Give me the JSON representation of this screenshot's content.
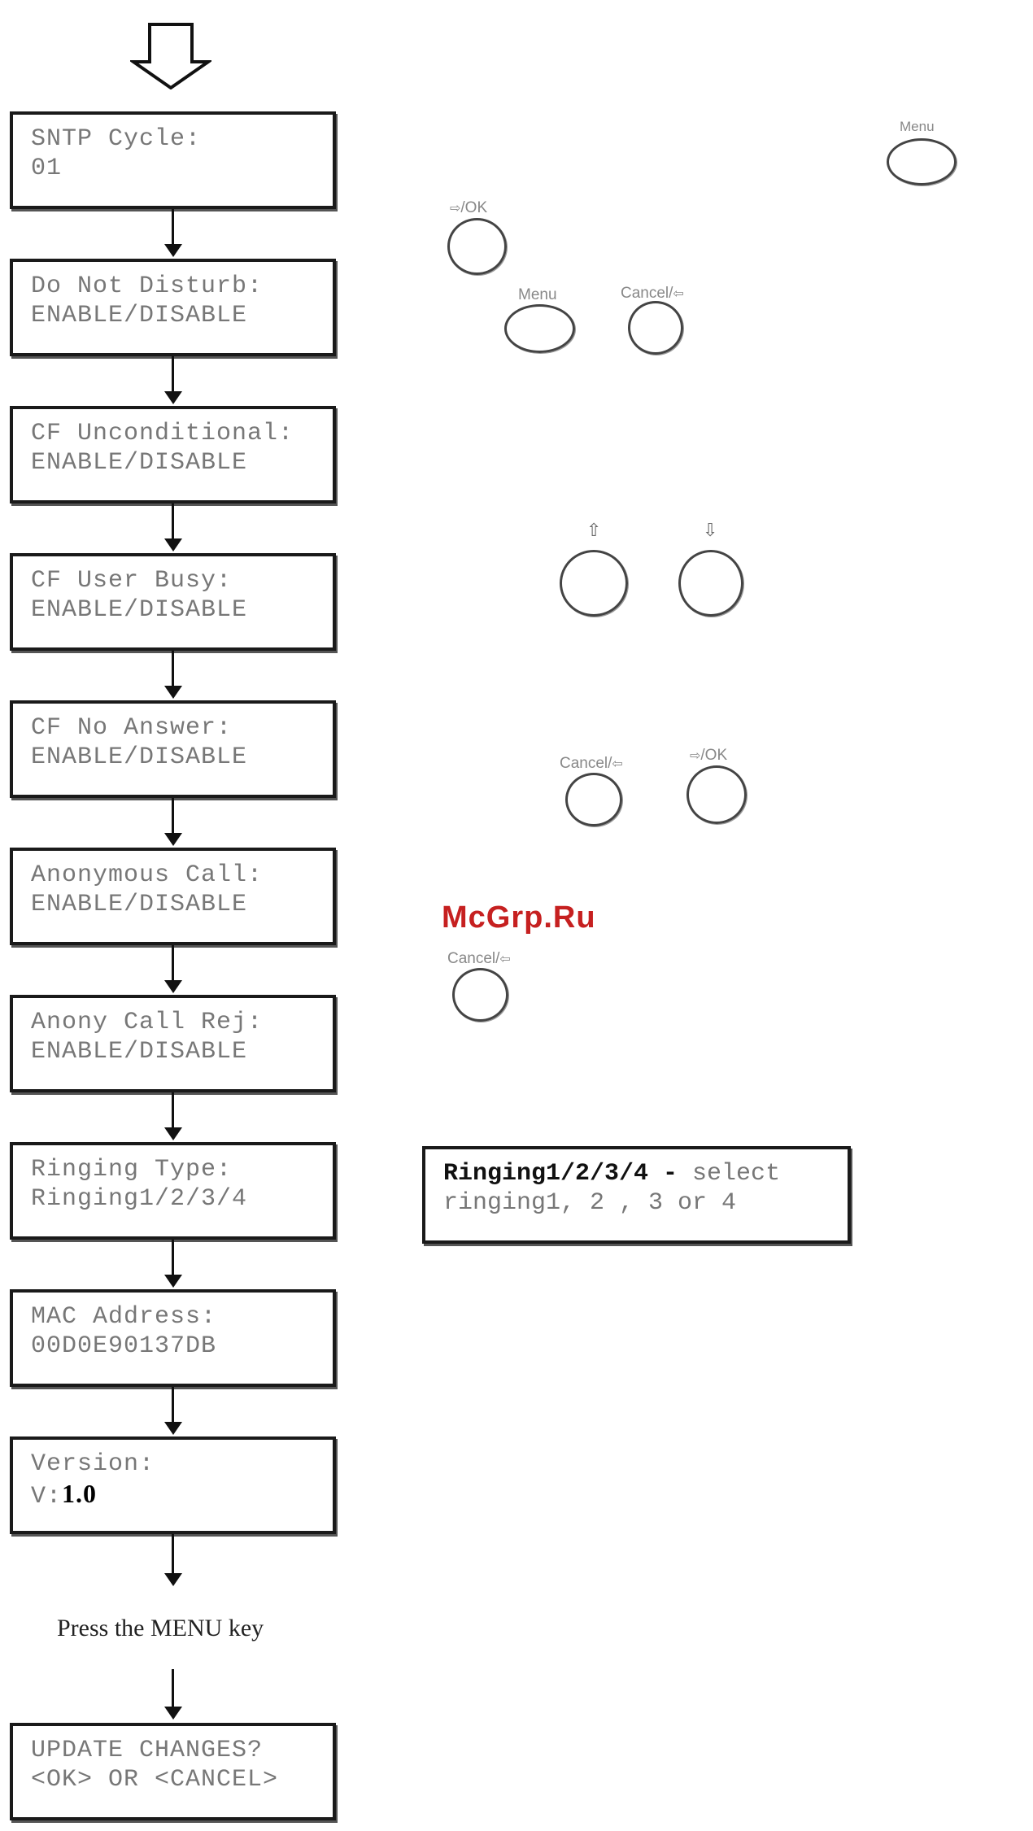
{
  "screens": [
    {
      "line1": "SNTP Cycle:",
      "line2": "01"
    },
    {
      "line1": "Do Not Disturb:",
      "line2": "ENABLE/DISABLE"
    },
    {
      "line1": "CF Unconditional:",
      "line2": "ENABLE/DISABLE"
    },
    {
      "line1": "CF User Busy:",
      "line2": "ENABLE/DISABLE"
    },
    {
      "line1": "CF No Answer:",
      "line2": "ENABLE/DISABLE"
    },
    {
      "line1": "Anonymous Call:",
      "line2": "ENABLE/DISABLE"
    },
    {
      "line1": "Anony Call Rej:",
      "line2": "ENABLE/DISABLE"
    },
    {
      "line1": "Ringing Type:",
      "line2": "Ringing1/2/3/4"
    },
    {
      "line1": "MAC Address:",
      "line2": "00D0E90137DB"
    },
    {
      "line1": "Version:",
      "line2_prefix": "V:",
      "line2_value": "1.0"
    },
    {
      "line1": "UPDATE CHANGES?",
      "line2": "<OK> OR <CANCEL>"
    }
  ],
  "press_text": "Press the MENU key",
  "buttons": {
    "menu": "Menu",
    "ok": "/OK",
    "cancel": "Cancel/"
  },
  "note": {
    "bold": "Ringing1/2/3/4 -",
    "rest1": " select",
    "line2": "ringing1, 2 , 3 or 4"
  },
  "watermark": "McGrp.Ru"
}
